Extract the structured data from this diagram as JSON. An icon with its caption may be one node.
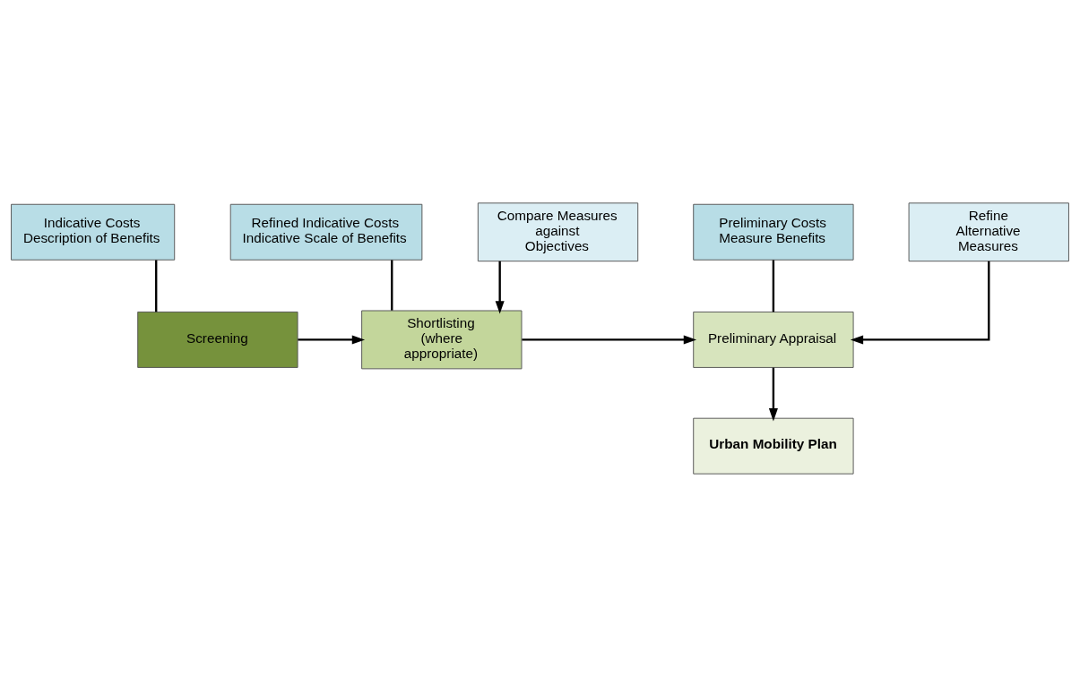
{
  "diagram": {
    "nodes": [
      {
        "text": [
          "Indicative Costs",
          "Description of Benefits"
        ]
      },
      {
        "text": [
          "Refined Indicative Costs",
          "Indicative Scale of Benefits"
        ]
      },
      {
        "text": [
          "Preliminary Costs",
          "Measure Benefits"
        ]
      },
      {
        "text": [
          "Screening"
        ]
      },
      {
        "text": [
          "Shortlisting (where appropriate)"
        ]
      },
      {
        "text": [
          "Preliminary Appraisal"
        ]
      },
      {
        "text": [
          "Compare Measures against Objectives"
        ]
      },
      {
        "text": [
          "Refine Alternative Measures"
        ]
      },
      {
        "text": [
          "Urban Mobility Plan"
        ]
      }
    ],
    "edges": [
      {
        "from": 0,
        "to": 3,
        "arrow": "none"
      },
      {
        "from": 1,
        "to": 4,
        "arrow": "none"
      },
      {
        "from": 2,
        "to": 5,
        "arrow": "none"
      },
      {
        "from": 3,
        "to": 4,
        "arrow": "to"
      },
      {
        "from": 6,
        "to": 4,
        "arrow": "to"
      },
      {
        "from": 4,
        "to": 5,
        "arrow": "to"
      },
      {
        "from": 7,
        "to": 5,
        "arrow": "to"
      },
      {
        "from": 5,
        "to": 8,
        "arrow": "to"
      }
    ]
  }
}
